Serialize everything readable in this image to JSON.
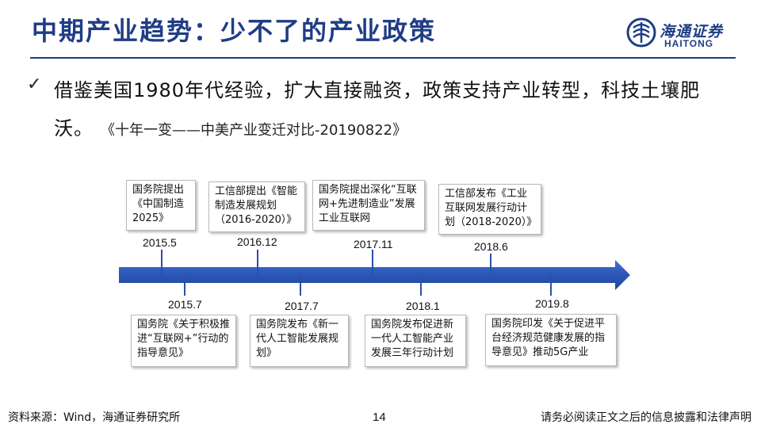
{
  "header": {
    "title": "中期产业趋势：少不了的产业政策",
    "logo_cn": "海通证券",
    "logo_en": "HAITONG"
  },
  "bullet": {
    "text": "借鉴美国1980年代经验，扩大直接融资，政策支持产业转型，科技土壤肥沃。",
    "source": "《十年一变——中美产业变迁对比-20190822》"
  },
  "timeline": {
    "top_events": [
      {
        "date": "2015.5",
        "text": "国务院提出《中国制造2025》"
      },
      {
        "date": "2016.12",
        "text": "工信部提出《智能制造发展规划（2016-2020）》"
      },
      {
        "date": "2017.11",
        "text": "国务院提出深化“互联网+先进制造业”发展工业互联网"
      },
      {
        "date": "2018.6",
        "text": "工信部发布《工业互联网发展行动计划（2018-2020）》"
      }
    ],
    "bottom_events": [
      {
        "date": "2015.7",
        "text": "国务院《关于积极推进“互联网+”行动的指导意见》"
      },
      {
        "date": "2017.7",
        "text": "国务院发布《新一代人工智能发展规划》"
      },
      {
        "date": "2018.1",
        "text": "国务院发布促进新一代人工智能产业发展三年行动计划"
      },
      {
        "date": "2019.8",
        "text": "国务院印发《关于促进平台经济规范健康发展的指导意见》推动5G产业"
      }
    ],
    "arrow_color": "#2b57b7"
  },
  "footer": {
    "source": "资料来源：Wind，海通证券研究所",
    "page": "14",
    "disclaimer": "请务必阅读正文之后的信息披露和法律声明"
  },
  "colors": {
    "brand": "#1f3d86",
    "timeline": "#2b57b7"
  }
}
